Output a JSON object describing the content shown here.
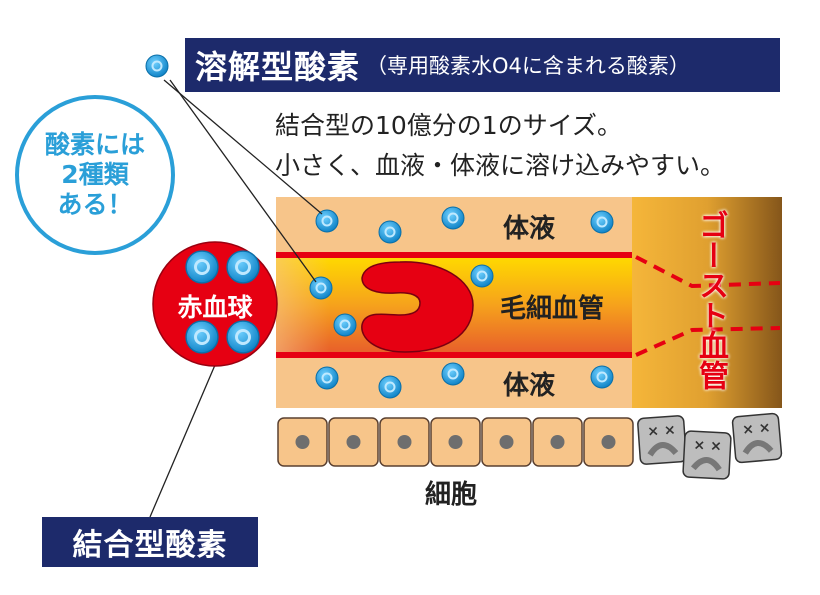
{
  "dissolved_oxygen": {
    "title": "溶解型酸素",
    "subtitle": "（専用酸素水O4に含まれる酸素）",
    "description_lines": [
      "結合型の10億分の1のサイズ。",
      "小さく、血液・体液に溶け込みやすい。"
    ]
  },
  "bubble": {
    "lines": [
      "酸素には",
      "2種類",
      "ある！"
    ]
  },
  "bound_oxygen": {
    "title": "結合型酸素"
  },
  "labels": {
    "red_blood_cell": "赤血球",
    "body_fluid_top": "体液",
    "body_fluid_bottom": "体液",
    "capillary": "毛細血管",
    "ghost_vessel": "ゴースト血管",
    "cells": "細胞"
  },
  "colors": {
    "navy": "#1d2a6b",
    "red": "#e60012",
    "blue": "#2a9fd8",
    "peach": "#f7c58a"
  }
}
